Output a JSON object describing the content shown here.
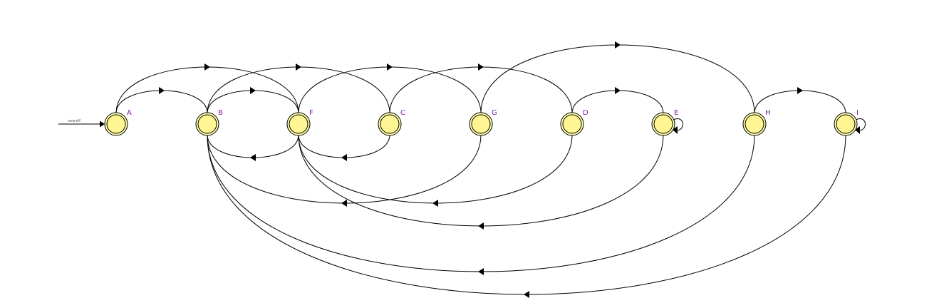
{
  "diagram": {
    "type": "finite-automaton",
    "start_label": "new.eff",
    "states": [
      {
        "id": "A",
        "label": "A"
      },
      {
        "id": "B",
        "label": "B"
      },
      {
        "id": "F",
        "label": "F"
      },
      {
        "id": "C",
        "label": "C"
      },
      {
        "id": "G",
        "label": "G"
      },
      {
        "id": "D",
        "label": "D"
      },
      {
        "id": "E",
        "label": "E"
      },
      {
        "id": "H",
        "label": "H"
      },
      {
        "id": "I",
        "label": "I"
      }
    ],
    "start_state": "A",
    "transitions": [
      {
        "from": "A",
        "to": "B"
      },
      {
        "from": "A",
        "to": "F"
      },
      {
        "from": "B",
        "to": "F"
      },
      {
        "from": "B",
        "to": "C"
      },
      {
        "from": "F",
        "to": "B"
      },
      {
        "from": "F",
        "to": "G"
      },
      {
        "from": "F",
        "to": "D"
      },
      {
        "from": "C",
        "to": "F"
      },
      {
        "from": "C",
        "to": "D"
      },
      {
        "from": "G",
        "to": "B"
      },
      {
        "from": "G",
        "to": "H"
      },
      {
        "from": "D",
        "to": "E"
      },
      {
        "from": "D",
        "to": "F"
      },
      {
        "from": "E",
        "to": "E"
      },
      {
        "from": "E",
        "to": "F"
      },
      {
        "from": "H",
        "to": "I"
      },
      {
        "from": "H",
        "to": "B"
      },
      {
        "from": "I",
        "to": "I"
      },
      {
        "from": "I",
        "to": "B"
      }
    ],
    "colors": {
      "state_fill": "#fff592",
      "state_ring": "#ffffb0",
      "label": "#7b1fa2",
      "edge": "#000000"
    }
  }
}
